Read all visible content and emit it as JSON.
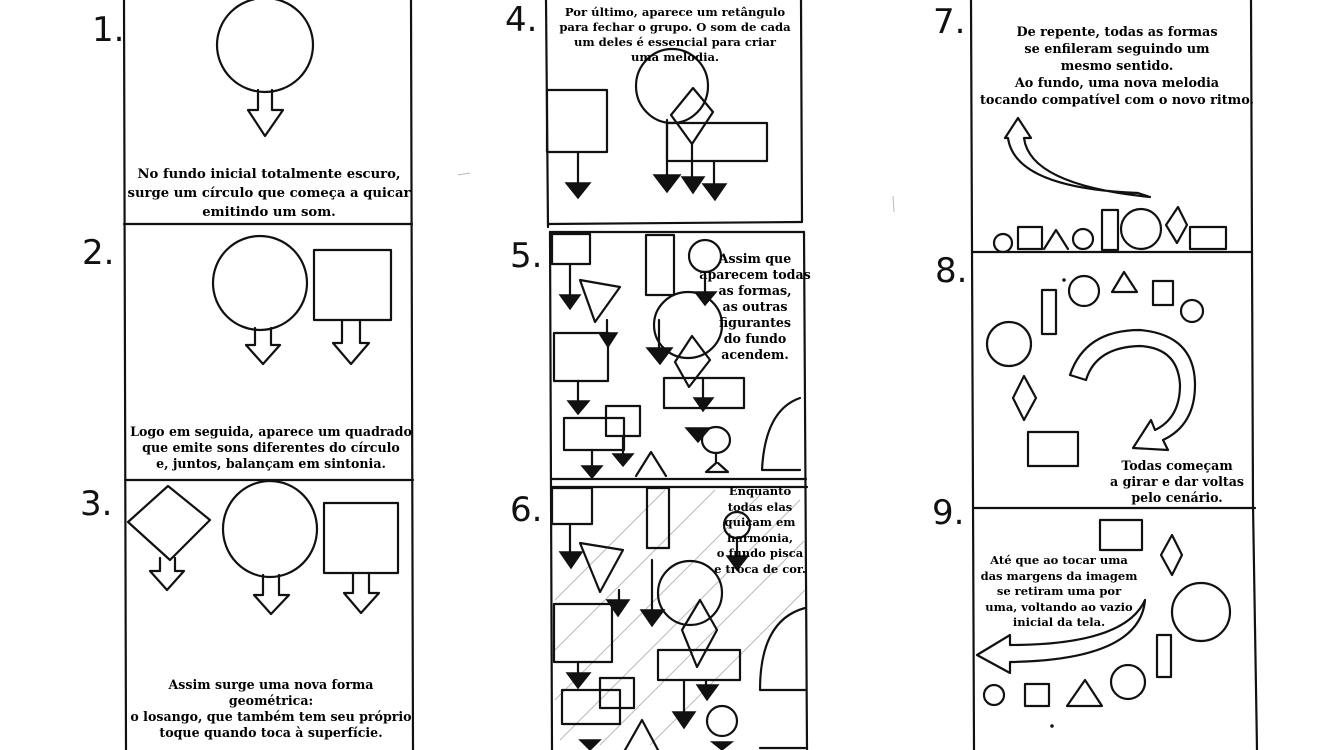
{
  "panels": [
    {
      "number": "1.",
      "caption": "No fundo inicial totalmente escuro,\nsurge um círculo que começa a quicar\nemitindo um som."
    },
    {
      "number": "2.",
      "caption": "Logo em seguida, aparece um quadrado\nque emite sons diferentes do círculo\ne, juntos, balançam em sintonia."
    },
    {
      "number": "3.",
      "caption": "Assim surge uma nova forma geométrica:\no losango, que também tem seu próprio\ntoque quando toca à superfície."
    },
    {
      "number": "4.",
      "caption": "Por último, aparece um retângulo\npara fechar o grupo. O som de cada\num deles é essencial para  criar\numa melodia."
    },
    {
      "number": "5.",
      "caption": "Assim que\naparecem todas\nas formas,\nas outras\nfigurantes\ndo fundo\nacendem."
    },
    {
      "number": "6.",
      "caption": "Enquanto\ntodas  elas\nquicam em\nharmonia,\no fundo pisca\ne troca de cor."
    },
    {
      "number": "7.",
      "caption": "De repente, todas as formas\nse enfileram seguindo um\nmesmo sentido.\nAo fundo,  uma nova melodia\ntocando compatível com o novo ritmo."
    },
    {
      "number": "8.",
      "caption": "Todas começam\na girar e dar voltas\npelo cenário."
    },
    {
      "number": "9.",
      "caption": "Até que ao tocar uma\ndas margens da imagem\nse retiram uma por\numa, voltando ao vazio\ninicial da tela."
    }
  ]
}
